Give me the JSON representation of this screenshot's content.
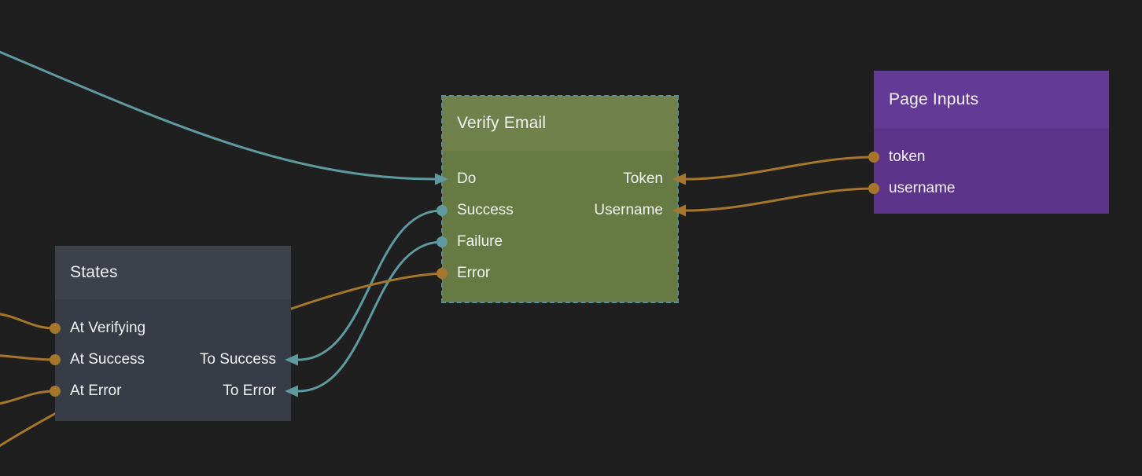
{
  "editor": {
    "kind": "node-graph-canvas"
  },
  "colors": {
    "background": "#1f1f1f",
    "text": "#f2f2f2",
    "teal": "#5e9aa0",
    "orange": "#a5762b",
    "verify_header": "#70814b",
    "verify_body": "#687a43",
    "page_header": "#633a96",
    "page_body": "#5c3489",
    "states_header": "#3d414c",
    "states_body": "#383c46",
    "selection": "#5d8e96"
  },
  "nodes": {
    "verify": {
      "title": "Verify Email",
      "selected": true,
      "rows": [
        {
          "left": "Do",
          "right": "Token"
        },
        {
          "left": "Success",
          "right": "Username"
        },
        {
          "left": "Failure",
          "right": ""
        },
        {
          "left": "Error",
          "right": ""
        }
      ]
    },
    "page_inputs": {
      "title": "Page Inputs",
      "rows": [
        {
          "left": "token",
          "right": ""
        },
        {
          "left": "username",
          "right": ""
        }
      ]
    },
    "states": {
      "title": "States",
      "rows": [
        {
          "left": "At Verifying",
          "right": ""
        },
        {
          "left": "At Success",
          "right": "To Success"
        },
        {
          "left": "At Error",
          "right": "To Error"
        }
      ]
    }
  },
  "connections": [
    {
      "from": "offscreen-left",
      "to": "Verify Email.Do",
      "color": "teal"
    },
    {
      "from": "Verify Email.Success",
      "to": "States.To Success",
      "color": "teal"
    },
    {
      "from": "Verify Email.Failure",
      "to": "States.To Error",
      "color": "teal"
    },
    {
      "from": "Verify Email.Error",
      "to": "offscreen-bottom-left",
      "color": "orange"
    },
    {
      "from": "Page Inputs.token",
      "to": "Verify Email.Token",
      "color": "orange"
    },
    {
      "from": "Page Inputs.username",
      "to": "Verify Email.Username",
      "color": "orange"
    },
    {
      "from": "States.At Verifying",
      "to": "offscreen-left",
      "color": "orange"
    },
    {
      "from": "States.At Success",
      "to": "offscreen-left",
      "color": "orange"
    },
    {
      "from": "States.At Error",
      "to": "offscreen-left",
      "color": "orange"
    }
  ]
}
